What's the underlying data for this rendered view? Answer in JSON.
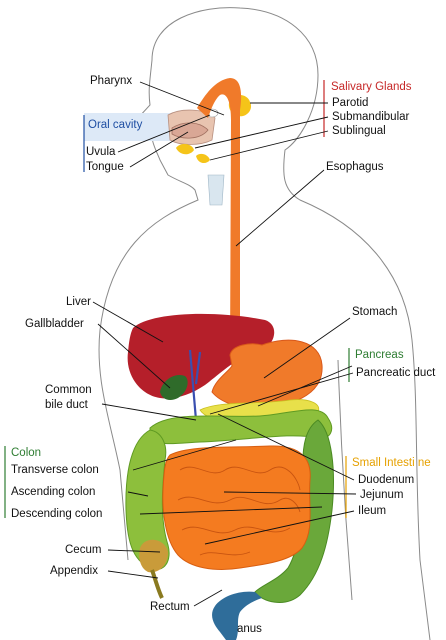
{
  "colors": {
    "red_group": "#c62828",
    "blue_group": "#1f4fa3",
    "green_group": "#2e7d32",
    "orange_group": "#e6a100",
    "oral_box": "#dde9f7",
    "esophagus": "#f07a2a",
    "liver": "#b51f2a",
    "colon": "#8dbf3c",
    "small_intestine": "#f47b20",
    "rectum": "#2f6d9a"
  },
  "groups": {
    "salivary_glands": {
      "title": "Salivary Glands",
      "items": [
        "Parotid",
        "Submandibular",
        "Sublingual"
      ]
    },
    "oral_cavity": {
      "title": "Oral cavity",
      "items": [
        "Uvula",
        "Tongue"
      ]
    },
    "pancreas": {
      "title": "Pancreas",
      "items": [
        "Pancreatic duct"
      ]
    },
    "colon": {
      "title": "Colon",
      "items": [
        "Transverse colon",
        "Ascending colon",
        "Descending colon"
      ]
    },
    "small_intestine": {
      "title": "Small Intesti ne",
      "items": [
        "Duodenum",
        "Jejunum",
        "Ileum"
      ]
    }
  },
  "labels": {
    "pharynx": "Pharynx",
    "esophagus": "Esophagus",
    "liver": "Liver",
    "gallbladder": "Gallbladder",
    "stomach": "Stomach",
    "common_bile_duct_line1": "Common",
    "common_bile_duct_line2": "bile duct",
    "cecum": "Cecum",
    "appendix": "Appendix",
    "rectum": "Rectum",
    "anus": "anus"
  }
}
